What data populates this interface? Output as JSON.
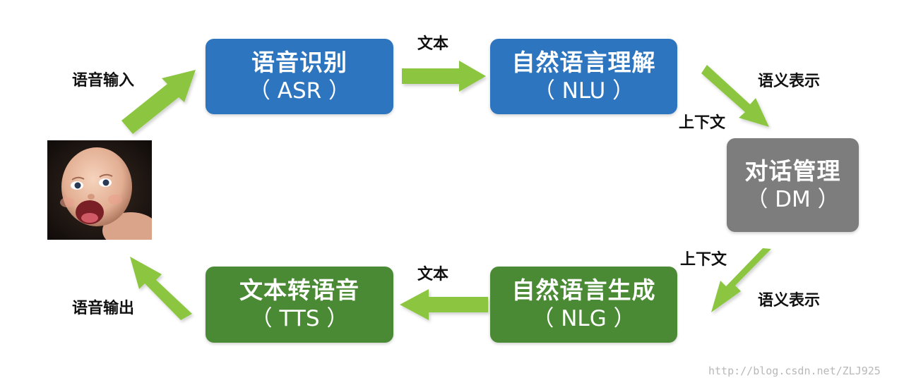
{
  "nodes": {
    "asr": {
      "title": "语音识别",
      "abbr": "（ ASR ）",
      "color": "#2e75c0"
    },
    "nlu": {
      "title": "自然语言理解",
      "abbr": "（ NLU ）",
      "color": "#2e75c0"
    },
    "dm": {
      "title": "对话管理",
      "abbr": "（ DM ）",
      "color": "#7d7d7d"
    },
    "nlg": {
      "title": "自然语言生成",
      "abbr": "（ NLG ）",
      "color": "#4a8a35"
    },
    "tts": {
      "title": "文本转语音",
      "abbr": "（ TTS ）",
      "color": "#4a8a35"
    }
  },
  "edge_labels": {
    "speech_in": "语音输入",
    "text_top": "文本",
    "semantic_top": "语义表示",
    "context_top": "上下文",
    "context_bottom": "上下文",
    "semantic_bottom": "语义表示",
    "text_bottom": "文本",
    "speech_out": "语音输出"
  },
  "arrow_color": "#8cc63f",
  "watermark": "http://blog.csdn.net/ZLJ925"
}
